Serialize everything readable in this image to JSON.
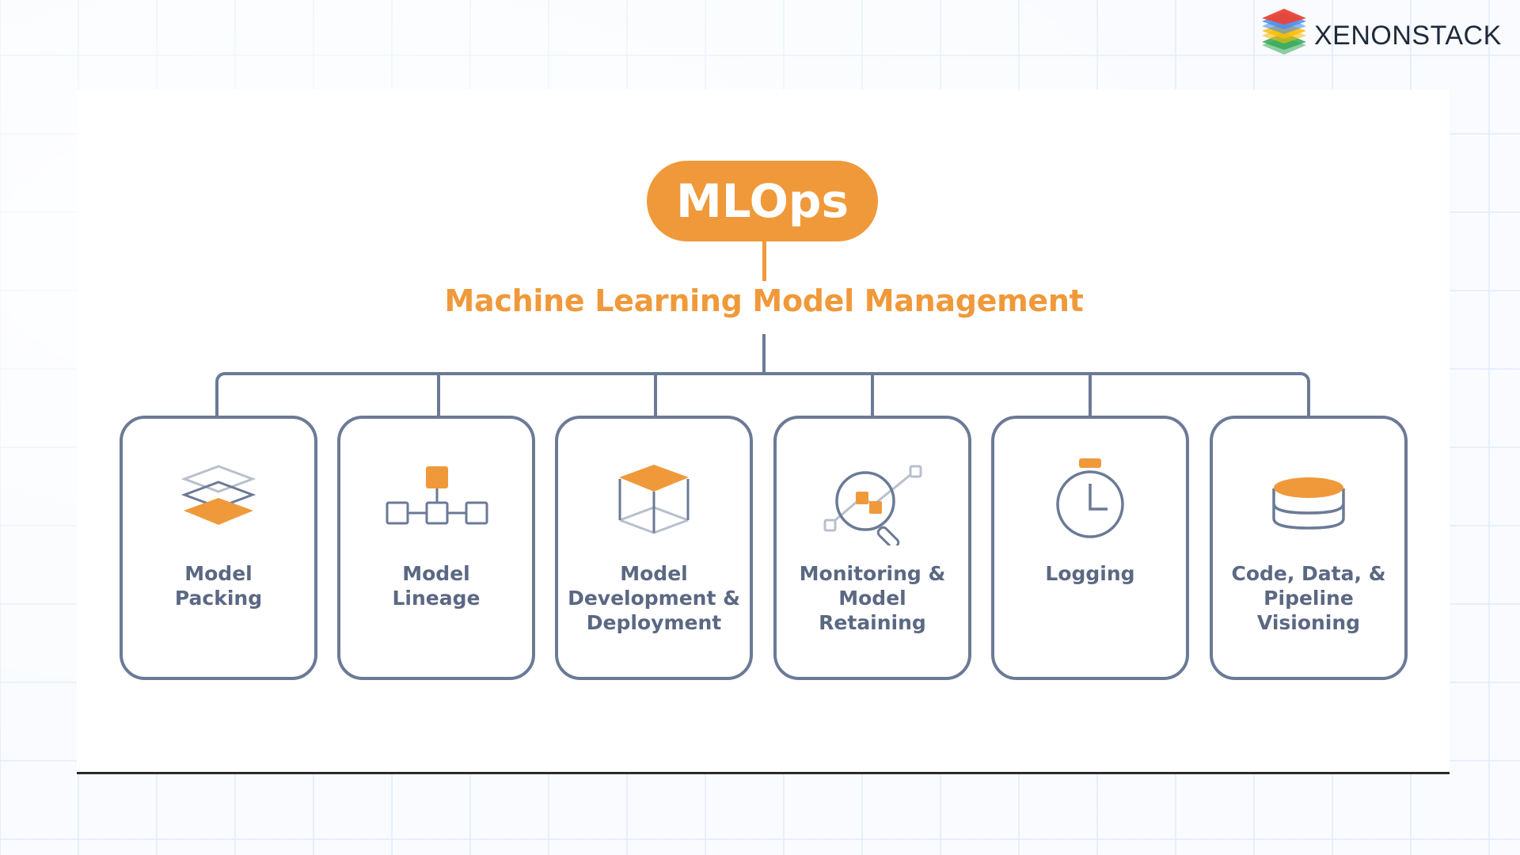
{
  "brand": {
    "logo_text": "XENONSTACK",
    "logo_icon": "stacked-layers-logo-icon",
    "layer_colors": [
      "#ea4335",
      "#4a8df0",
      "#fbbc05",
      "#34a853"
    ]
  },
  "diagram": {
    "title": "MLOps",
    "subtitle": "Machine Learning Model Management",
    "accent_color": "#f0993a",
    "line_color": "#6b7a96",
    "text_color": "#5b6883",
    "nodes": [
      {
        "label": "Model\nPacking",
        "icon": "layers-icon"
      },
      {
        "label": "Model\nLineage",
        "icon": "lineage-tree-icon"
      },
      {
        "label": "Model\nDevelopment &\nDeployment",
        "icon": "cube-icon"
      },
      {
        "label": "Monitoring &\nModel\nRetaining",
        "icon": "magnifier-chart-icon"
      },
      {
        "label": "Logging",
        "icon": "stopwatch-icon"
      },
      {
        "label": "Code, Data, &\nPipeline\nVisioning",
        "icon": "database-icon"
      }
    ]
  }
}
